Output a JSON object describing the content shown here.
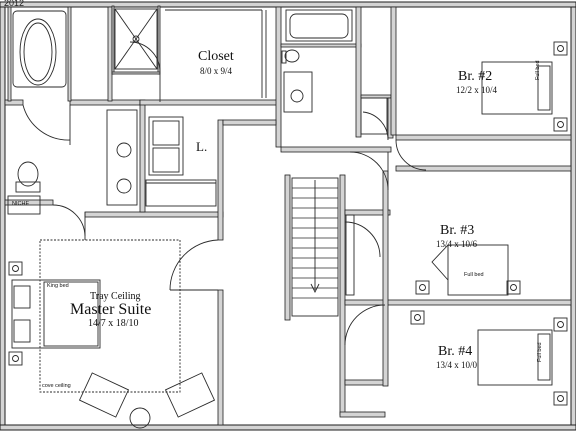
{
  "watermark": {
    "year": "2012"
  },
  "rooms": {
    "closet": {
      "name": "Closet",
      "size": "8/0 x 9/4"
    },
    "laundry": {
      "name": "L."
    },
    "br2": {
      "name": "Br. #2",
      "size": "12/2 x 10/4",
      "bed": "Full bed"
    },
    "br3": {
      "name": "Br. #3",
      "size": "13/4 x 10/6",
      "bed": "Full bed"
    },
    "br4": {
      "name": "Br. #4",
      "size": "13/4 x 10/0",
      "bed": "Full bed"
    },
    "master": {
      "name": "Master Suite",
      "size": "14/7 x 18/10",
      "ceiling": "Tray Ceiling",
      "bed": "King bed",
      "cove": "cove ceiling"
    },
    "niche": {
      "name": "NICHE"
    }
  },
  "colors": {
    "wall": "#1e1e1e",
    "wall_fill": "#d4d4d4",
    "line": "#2a2a2a",
    "paper": "#ffffff"
  }
}
